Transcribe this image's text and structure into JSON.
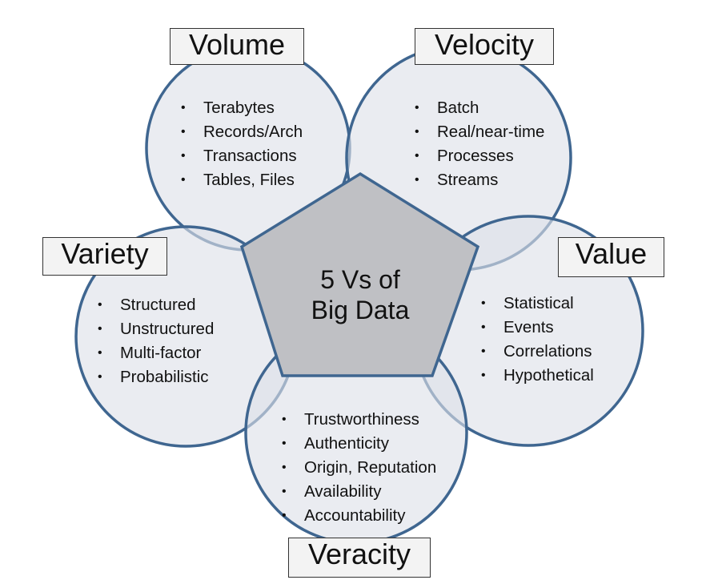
{
  "title": "5 Vs of Big Data",
  "center": {
    "line1": "5 Vs of",
    "line2": "Big Data"
  },
  "colors": {
    "circle_fill": "#dde0e8",
    "circle_stroke": "#3f6690",
    "pentagon_fill": "#bfc0c4",
    "label_bg": "#f3f3f3",
    "text": "#111111"
  },
  "bullet_glyph": "•",
  "vs": [
    {
      "name": "Volume",
      "items": [
        "Terabytes",
        "Records/Arch",
        "Transactions",
        "Tables, Files"
      ]
    },
    {
      "name": "Velocity",
      "items": [
        "Batch",
        "Real/near-time",
        "Processes",
        "Streams"
      ]
    },
    {
      "name": "Variety",
      "items": [
        "Structured",
        "Unstructured",
        "Multi-factor",
        "Probabilistic"
      ]
    },
    {
      "name": "Value",
      "items": [
        "Statistical",
        "Events",
        "Correlations",
        "Hypothetical"
      ]
    },
    {
      "name": "Veracity",
      "items": [
        "Trustworthiness",
        "Authenticity",
        "Origin, Reputation",
        "Availability",
        "Accountability"
      ]
    }
  ]
}
